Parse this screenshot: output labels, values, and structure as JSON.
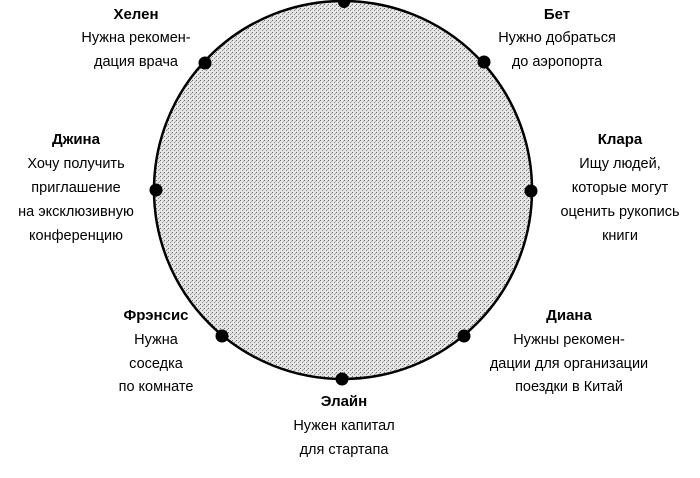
{
  "nodes": [
    {
      "name": "Хелен",
      "lines": [
        "Нужна рекомен-",
        "дация врача"
      ]
    },
    {
      "name": "Бет",
      "lines": [
        "Нужно добраться",
        "до аэропорта"
      ]
    },
    {
      "name": "Джина",
      "lines": [
        "Хочу получить",
        "приглашение",
        "на эксклюзивную",
        "конференцию"
      ]
    },
    {
      "name": "Клара",
      "lines": [
        "Ищу людей,",
        "которые могут",
        "оценить рукопись",
        "книги"
      ]
    },
    {
      "name": "Фрэнсис",
      "lines": [
        "Нужна",
        "соседка",
        "по комнате"
      ]
    },
    {
      "name": "Диана",
      "lines": [
        "Нужны рекомен-",
        "дации для организации",
        "поездки в Китай"
      ]
    },
    {
      "name": "Элайн",
      "lines": [
        "Нужен капитал",
        "для стартапа"
      ]
    }
  ],
  "colors": {
    "circle_fill": "#cfcfcf",
    "stroke": "#000000"
  }
}
